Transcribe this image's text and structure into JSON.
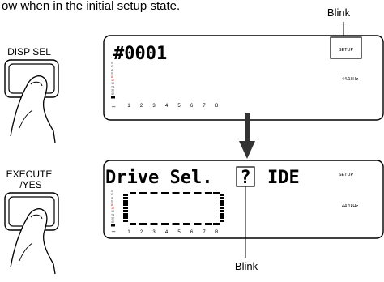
{
  "intro_text": "ow when in the initial setup state.",
  "buttons": {
    "disp_sel": "DISP SEL",
    "execute_line1": "EXECUTE",
    "execute_line2": "/YES"
  },
  "callouts": {
    "blink_top": "Blink",
    "blink_bottom": "Blink"
  },
  "display_top": {
    "main_text": "#0001",
    "mode_box": "SETUP",
    "sample_rate": "44.1kHz",
    "track_numbers": [
      "1",
      "2",
      "3",
      "4",
      "5",
      "6",
      "7",
      "8"
    ],
    "meter_scale": [
      "0",
      "2",
      "4",
      "6",
      "8",
      "12",
      "18",
      "24",
      "30",
      "42"
    ],
    "dash": "–"
  },
  "display_bottom": {
    "text_prefix": "Drive Sel.",
    "blink_char": "?",
    "text_suffix": "IDE",
    "mode_label": "SETUP",
    "sample_rate": "44.1kHz",
    "track_numbers": [
      "1",
      "2",
      "3",
      "4",
      "5",
      "6",
      "7",
      "8"
    ],
    "meter_scale": [
      "0",
      "2",
      "4",
      "6",
      "8",
      "12",
      "18",
      "24",
      "30",
      "42"
    ],
    "dash": "–"
  }
}
